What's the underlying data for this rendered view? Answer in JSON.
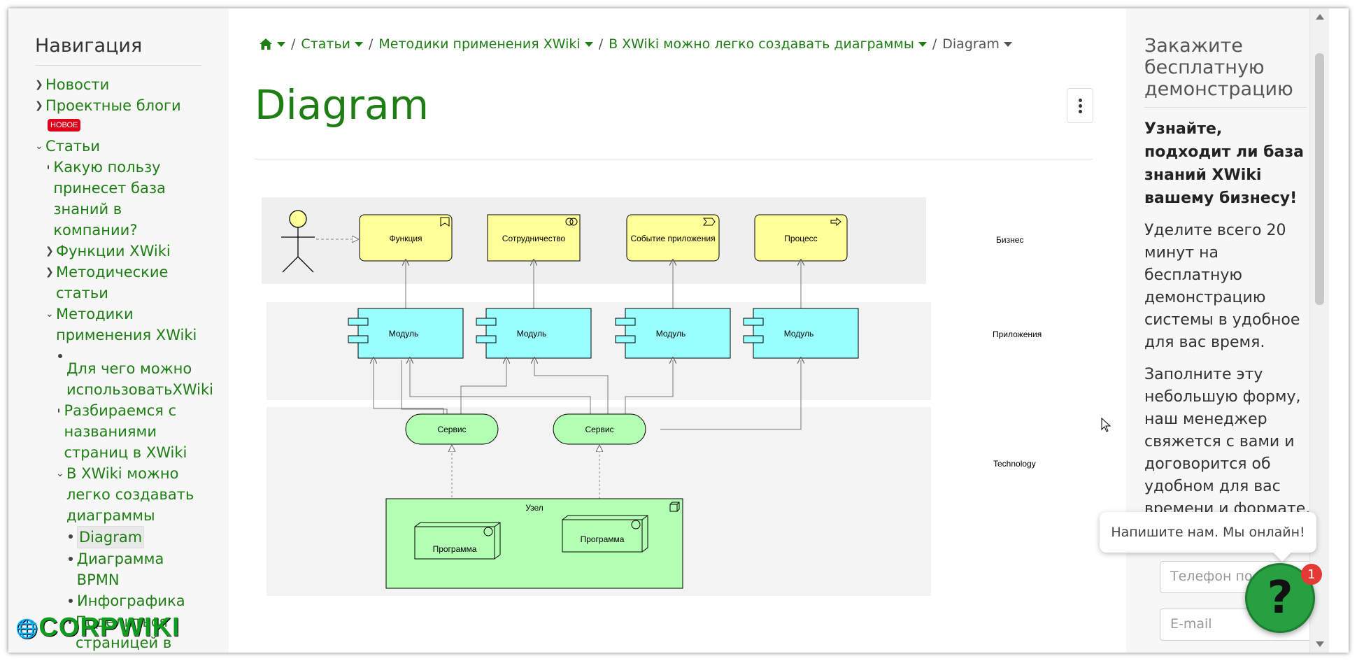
{
  "nav": {
    "title": "Навигация",
    "items": {
      "news": "Новости",
      "blogs": "Проектные блоги",
      "new_badge": "НОВОЕ",
      "articles": "Статьи",
      "benefit": "Какую пользу принесет база знаний в компании?",
      "functions": "Функции XWiki",
      "method_articles": "Методические статьи",
      "methods": "Методики применения XWiki",
      "what_for": "Для чего можно использоватьXWiki",
      "page_names": "Разбираемся с названиями страниц в XWiki",
      "diagrams": "В XWiki можно легко создавать диаграммы",
      "diagram": "Diagram",
      "bpmn": "Диаграмма BPMN",
      "infographic": "Инфографика",
      "share": "Поделиться страницей в"
    },
    "logo": "CORPWIKI"
  },
  "breadcrumb": {
    "articles": "Статьи",
    "methods": "Методики применения XWiki",
    "diagrams": "В XWiki можно легко создавать диаграммы",
    "current": "Diagram",
    "sep": "/"
  },
  "page": {
    "title": "Diagram"
  },
  "diagram": {
    "layers": {
      "business": "Бизнес",
      "application": "Приложения",
      "technology": "Technology"
    },
    "business_boxes": [
      "Функция",
      "Сотрудничество",
      "Событие приложения",
      "Процесс"
    ],
    "modules": [
      "Модуль",
      "Модуль",
      "Модуль",
      "Модуль"
    ],
    "services": [
      "Сервис",
      "Сервис"
    ],
    "node": "Узел",
    "programs": [
      "Программа",
      "Программа"
    ]
  },
  "side": {
    "title": "Закажите бесплатную демонстрацию",
    "lead": "Узнайте, подходит ли база знаний XWiki вашему бизнесу!",
    "text1": "Уделите всего 20 минут на бесплатную демонстрацию системы в удобное для вас время.",
    "text2": "Заполните эту небольшую форму, наш менеджер свяжется с вами и договорится об удобном для вас времени и формате.",
    "phone_placeholder": "Телефон по w",
    "email_placeholder": "E-mail"
  },
  "chat": {
    "bubble": "Напишите нам. Мы онлайн!",
    "count": "1",
    "icon": "?"
  },
  "colors": {
    "link_green": "#1e7e14",
    "yellow_box": "#ffff99",
    "cyan_box": "#99ffff",
    "green_box": "#b3ffb3",
    "chat_green": "#27a041"
  }
}
